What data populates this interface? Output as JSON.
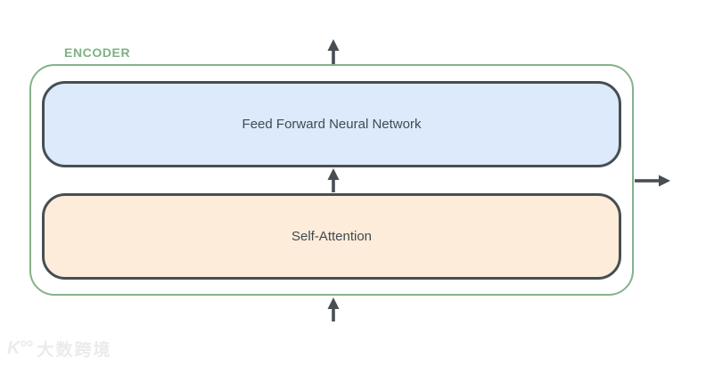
{
  "diagram": {
    "encoder_label": "ENCODER",
    "blocks": [
      {
        "id": "feed-forward",
        "label": "Feed Forward Neural Network",
        "fill": "#dceafc"
      },
      {
        "id": "self-attention",
        "label": "Self-Attention",
        "fill": "#fdecd9"
      }
    ],
    "arrows": [
      {
        "id": "output-arrow-top",
        "direction": "up"
      },
      {
        "id": "inter-block-arrow",
        "direction": "up"
      },
      {
        "id": "input-arrow-bottom",
        "direction": "up"
      },
      {
        "id": "side-output-arrow",
        "direction": "right"
      }
    ],
    "colors": {
      "encoder_border": "#85b289",
      "encoder_label": "#7fb184",
      "block_border": "#474e54",
      "block_text": "#3f4a52",
      "arrow": "#474e54",
      "background": "#ffffff"
    }
  },
  "watermark": {
    "logo": "K°°",
    "text": "大数跨境"
  }
}
